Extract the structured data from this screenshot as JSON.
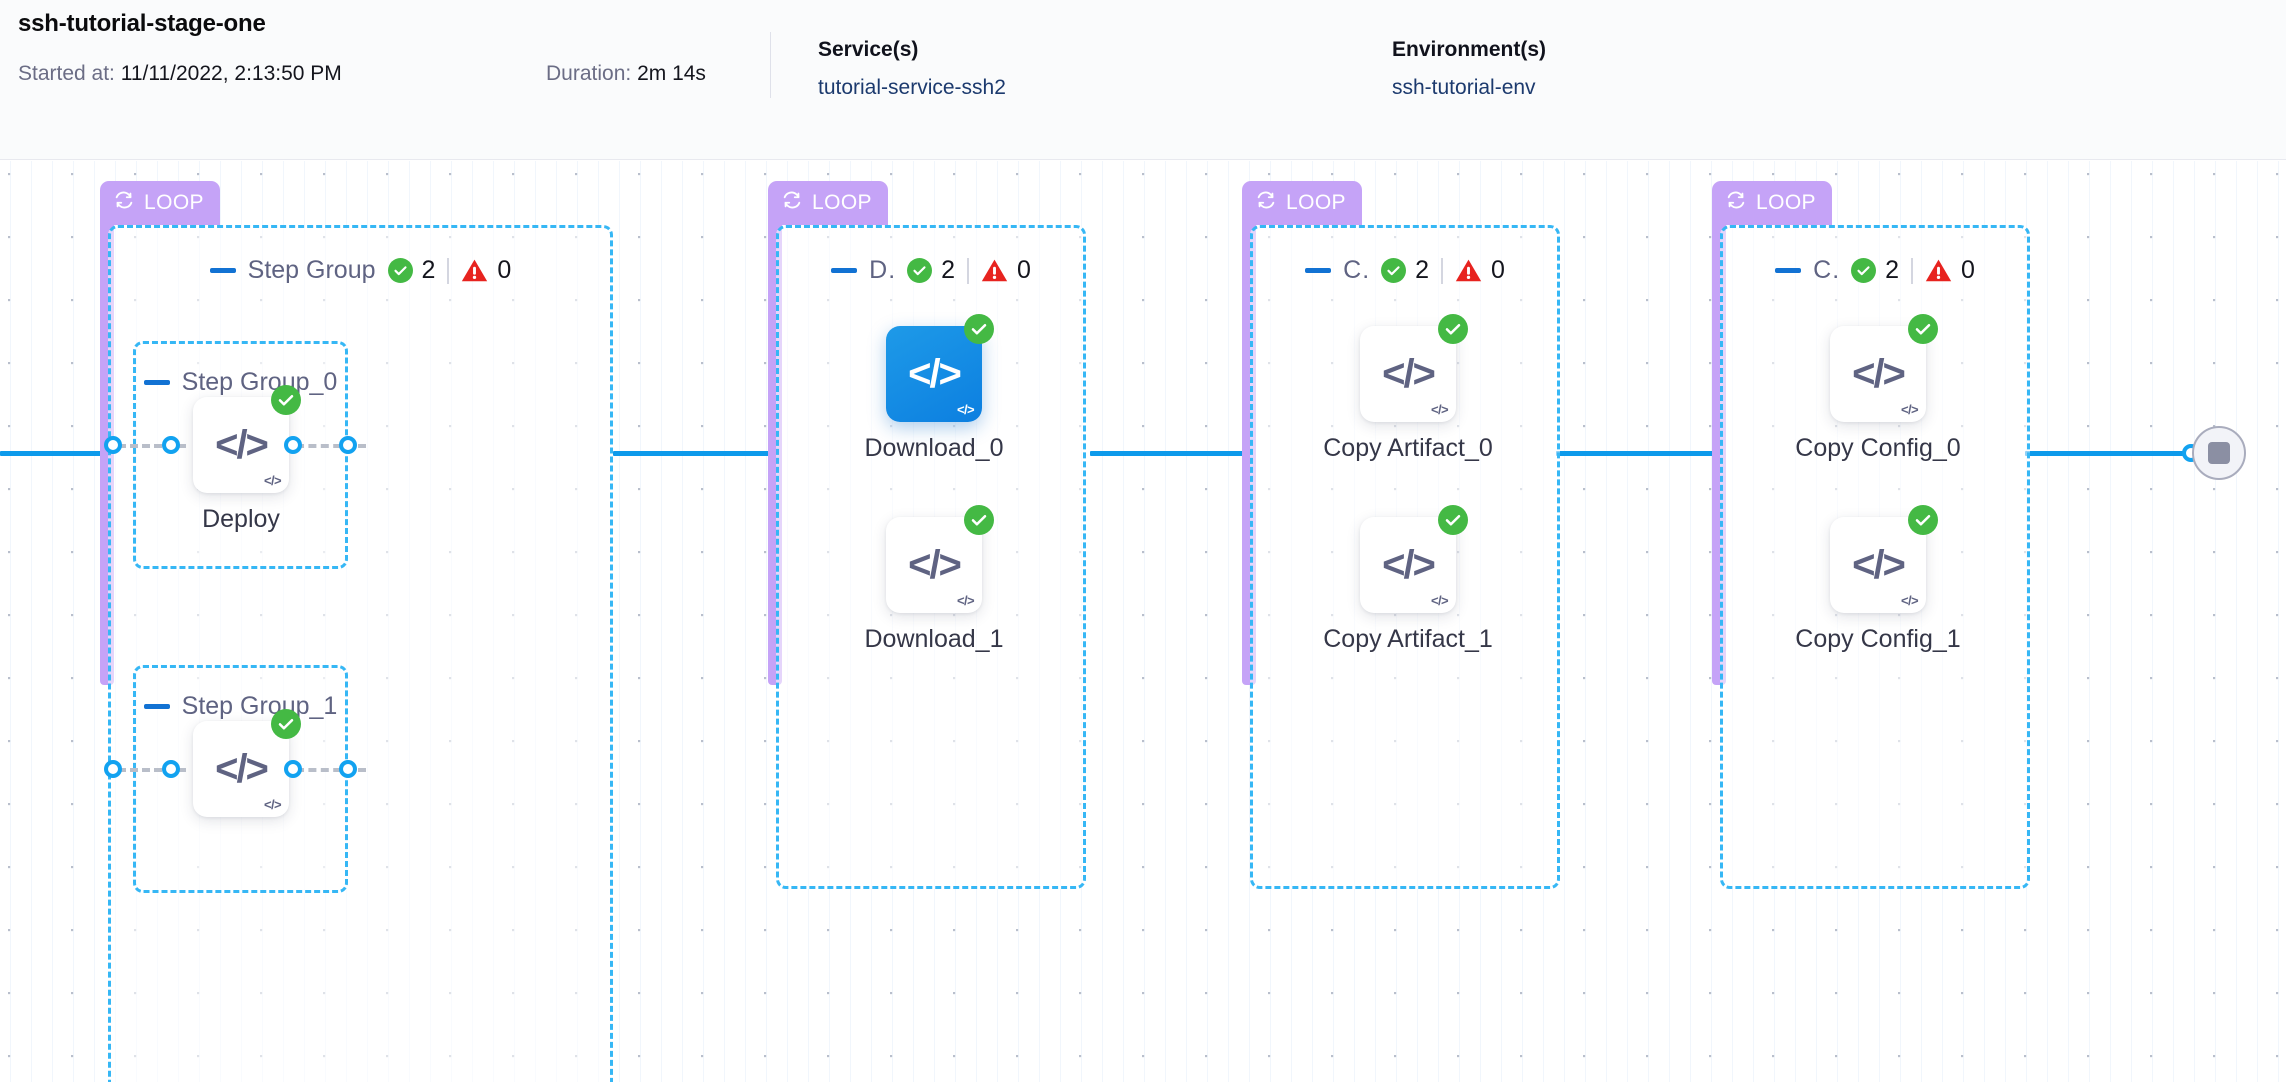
{
  "header": {
    "title": "ssh-tutorial-stage-one",
    "started_label": "Started at:",
    "started_value": "11/11/2022, 2:13:50 PM",
    "duration_label": "Duration:",
    "duration_value": "2m 14s",
    "service_heading": "Service(s)",
    "service_value": "tutorial-service-ssh2",
    "environment_heading": "Environment(s)",
    "environment_value": "ssh-tutorial-env"
  },
  "colors": {
    "loop_badge": "#c5a3f7",
    "group_border": "#36b7f5",
    "link": "#0d9aeb",
    "success": "#44b944",
    "warning": "#e7231f",
    "selected_node": "#0c7fe0",
    "link_text": "#1c3a6e"
  },
  "canvas": {
    "loop_label": "LOOP",
    "end_node_name": "stop"
  },
  "groups": [
    {
      "id": "step-group",
      "loop_label": "LOOP",
      "name": "Step Group",
      "success_count": "2",
      "warning_count": "0",
      "truncated": false,
      "inner_groups": [
        {
          "name": "Step Group_0",
          "nodes": [
            {
              "label": "Deploy",
              "status": "success",
              "selected": false,
              "type": "shell-script"
            }
          ]
        },
        {
          "name": "Step Group_1",
          "nodes": [
            {
              "label": "",
              "status": "success",
              "selected": false,
              "type": "shell-script"
            }
          ]
        }
      ]
    },
    {
      "id": "download-group",
      "loop_label": "LOOP",
      "name": "D..",
      "success_count": "2",
      "warning_count": "0",
      "truncated": true,
      "nodes": [
        {
          "label": "Download_0",
          "status": "success",
          "selected": true,
          "type": "shell-script"
        },
        {
          "label": "Download_1",
          "status": "success",
          "selected": false,
          "type": "shell-script"
        }
      ]
    },
    {
      "id": "copy-artifact-group",
      "loop_label": "LOOP",
      "name": "C..",
      "success_count": "2",
      "warning_count": "0",
      "truncated": true,
      "nodes": [
        {
          "label": "Copy Artifact_0",
          "status": "success",
          "selected": false,
          "type": "shell-script"
        },
        {
          "label": "Copy Artifact_1",
          "status": "success",
          "selected": false,
          "type": "shell-script"
        }
      ]
    },
    {
      "id": "copy-config-group",
      "loop_label": "LOOP",
      "name": "C..",
      "success_count": "2",
      "warning_count": "0",
      "truncated": true,
      "nodes": [
        {
          "label": "Copy Config_0",
          "status": "success",
          "selected": false,
          "type": "shell-script"
        },
        {
          "label": "Copy Config_1",
          "status": "success",
          "selected": false,
          "type": "shell-script"
        }
      ]
    }
  ],
  "glyphs": {
    "code": "</>",
    "code_mini": "</>"
  }
}
